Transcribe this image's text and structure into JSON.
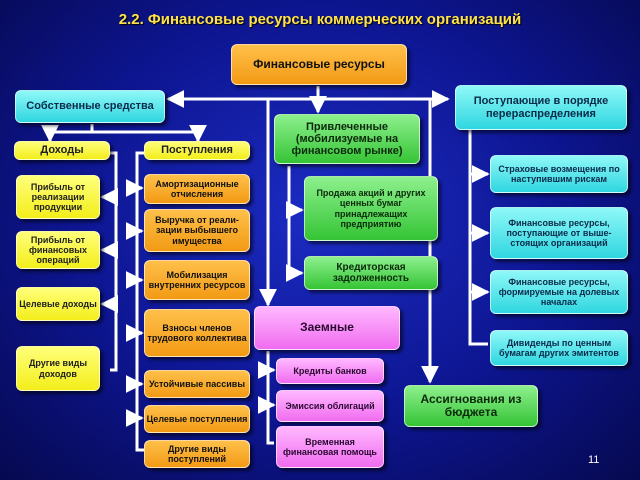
{
  "title": "2.2. Финансовые ресурсы коммерческих организаций",
  "page_number": "11",
  "colors": {
    "background": "#0d1590",
    "title_text": "#ffe24a",
    "orange": "#f5a623",
    "yellow": "#ffff4d",
    "green": "#4cd64c",
    "cyan": "#55e6ee",
    "pink": "#f58af5",
    "connector": "#ffffff"
  },
  "nodes": {
    "root": "Финансовые ресурсы",
    "own": "Собственные средства",
    "income": "Доходы",
    "receipts": "Поступления",
    "income_items": [
      "Прибыль от реализации продукции",
      "Прибыль от финансовых операций",
      "Целевые доходы",
      "Другие виды доходов"
    ],
    "receipt_items": [
      "Амортизационные отчисления",
      "Выручка от реали-зации выбывшего имущества",
      "Мобилизация внутренних ресурсов",
      "Взносы членов трудового коллектива",
      "Устойчивые пассивы",
      "Целевые поступления",
      "Другие виды поступлений"
    ],
    "attracted": "Привлеченные (мобилизуемые на финансовом рынке)",
    "attracted_items": [
      "Продажа акций и других ценных бумаг принадлежащих предприятию",
      "Кредиторская задолженность"
    ],
    "borrowed": "Заемные",
    "borrowed_items": [
      "Кредиты банков",
      "Эмиссия облигаций",
      "Временная финансовая помощь"
    ],
    "redistribution": "Поступающие в порядке перераспределения",
    "redistribution_items": [
      "Страховые возмещения по наступившим рискам",
      "Финансовые ресурсы, поступающие от выше-стоящих организаций",
      "Финансовые ресурсы, формируемые на долевых началах",
      "Дивиденды по ценным бумагам других эмитентов"
    ],
    "budget": "Ассигнования из бюджета"
  }
}
